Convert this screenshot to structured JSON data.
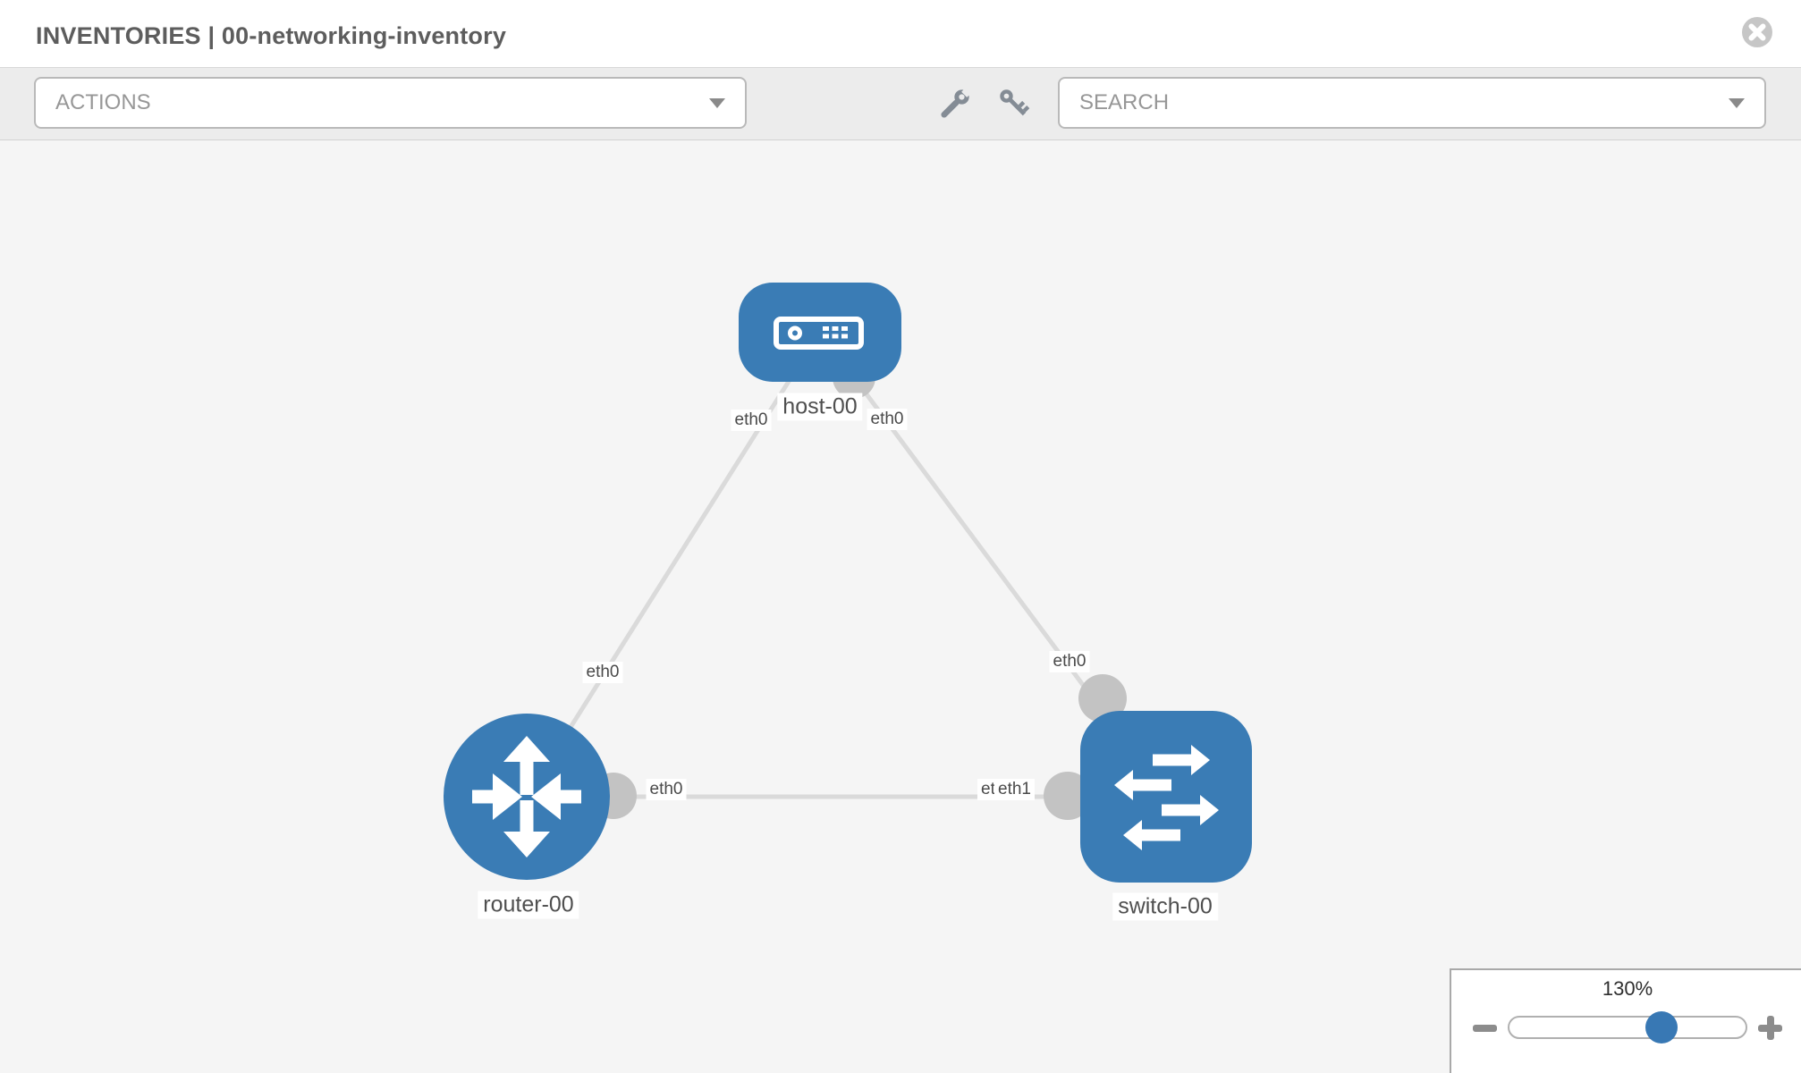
{
  "header": {
    "title": "INVENTORIES | 00-networking-inventory",
    "close_icon": "close-x"
  },
  "toolbar": {
    "actions_label": "ACTIONS",
    "search_label": "SEARCH",
    "icons": [
      "wrench",
      "key"
    ],
    "caret_icon": "chevron-down"
  },
  "topology": {
    "nodes": [
      {
        "label": "host-00",
        "type": "host"
      },
      {
        "label": "router-00",
        "type": "router"
      },
      {
        "label": "switch-00",
        "type": "switch"
      }
    ],
    "links": [
      {
        "from": "host-00",
        "to": "router-00",
        "from_interface": "eth0",
        "to_interface": "eth0"
      },
      {
        "from": "host-00",
        "to": "switch-00",
        "from_interface": "eth0",
        "to_interface": "eth0"
      },
      {
        "from": "router-00",
        "to": "switch-00",
        "from_interface": "eth0",
        "to_interface": "eth1",
        "to_interface_occluded": "eth0"
      }
    ]
  },
  "zoom_control": {
    "level": "130%",
    "icons": [
      "minus",
      "plus"
    ]
  },
  "colors": {
    "node_fill": "#3a7cb5",
    "link": "#dadada",
    "interface_dot": "#c3c3c3",
    "slider_handle": "#3878b4",
    "toolbar_bg": "#ececec",
    "canvas_bg": "#f5f5f5"
  }
}
